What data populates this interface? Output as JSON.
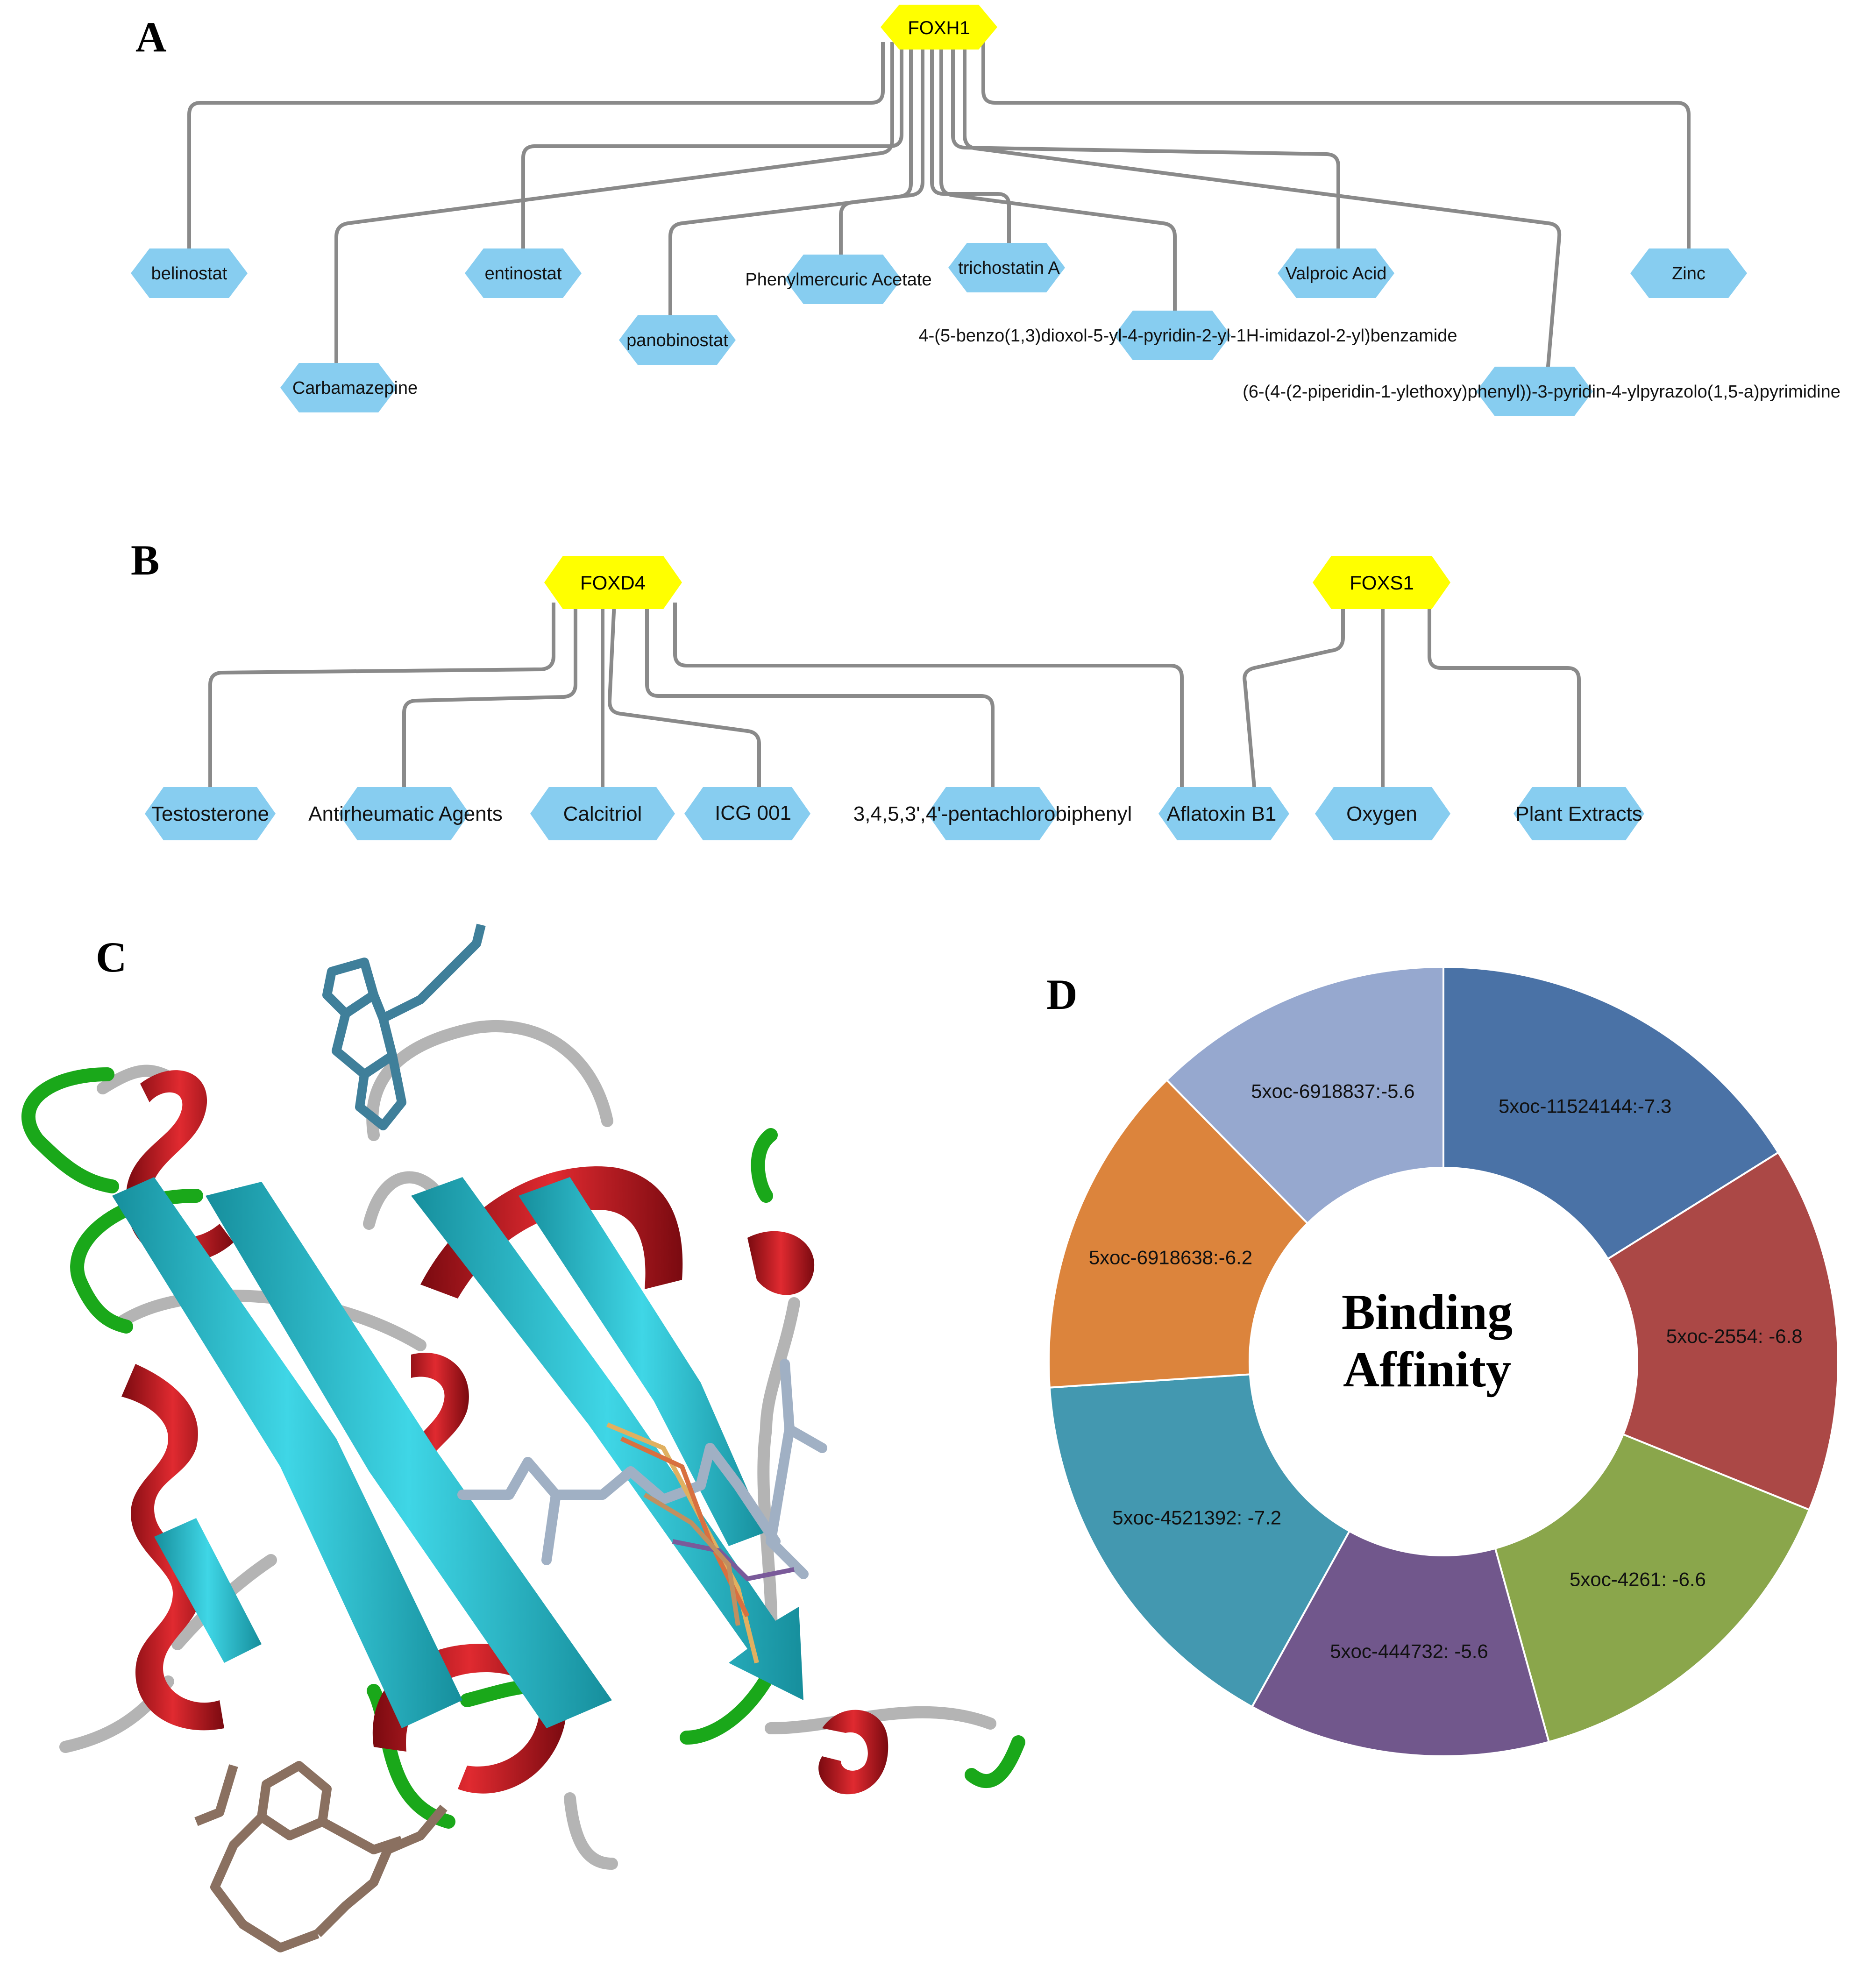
{
  "panels": {
    "a": {
      "letter": "A"
    },
    "b": {
      "letter": "B"
    },
    "c": {
      "letter": "C"
    },
    "d": {
      "letter": "D"
    }
  },
  "network_a": {
    "hub": "FOXH1",
    "nodes": [
      "belinostat",
      "Carbamazepine",
      "entinostat",
      "panobinostat",
      "Phenylmercuric Acetate",
      "trichostatin A",
      "4-(5-benzo(1,3)dioxol-5-yl-4-pyridin-2-yl-1H-imidazol-2-yl)benzamide",
      "Valproic Acid",
      "(6-(4-(2-piperidin-1-ylethoxy)phenyl))-3-pyridin-4-ylpyrazolo(1,5-a)pyrimidine",
      "Zinc"
    ]
  },
  "network_b": {
    "hub1": "FOXD4",
    "hub2": "FOXS1",
    "nodes": [
      "Testosterone",
      "Antirheumatic Agents",
      "Calcitriol",
      "ICG 001",
      "3,4,5,3',4'-pentachlorobiphenyl",
      "Aflatoxin B1",
      "Oxygen",
      "Plant Extracts"
    ]
  },
  "colors": {
    "hub": "#ffff00",
    "node": "#87cdf0",
    "edge": "#8a8a8a",
    "helix": "#c8141e",
    "sheet": "#2ec8d8",
    "turn": "#1aa81a",
    "coil": "#b4b4b4"
  },
  "donut": {
    "center_line1": "Binding",
    "center_line2": "Affinity",
    "segments": [
      {
        "label": "5xoc-11524144:-7.3",
        "value": 7.3,
        "color": "#4a72a6"
      },
      {
        "label": "5xoc-2554: -6.8",
        "value": 6.8,
        "color": "#ab4846"
      },
      {
        "label": "5xoc-4261: -6.6",
        "value": 6.6,
        "color": "#8aa64b"
      },
      {
        "label": "5xoc-444732: -5.6",
        "value": 5.6,
        "color": "#71578c"
      },
      {
        "label": "5xoc-4521392: -7.2",
        "value": 7.2,
        "color": "#4398b0"
      },
      {
        "label": "5xoc-6918638:-6.2",
        "value": 6.2,
        "color": "#dc843c"
      },
      {
        "label": "5xoc-6918837:-5.6",
        "value": 5.6,
        "color": "#96a8cf"
      }
    ]
  }
}
